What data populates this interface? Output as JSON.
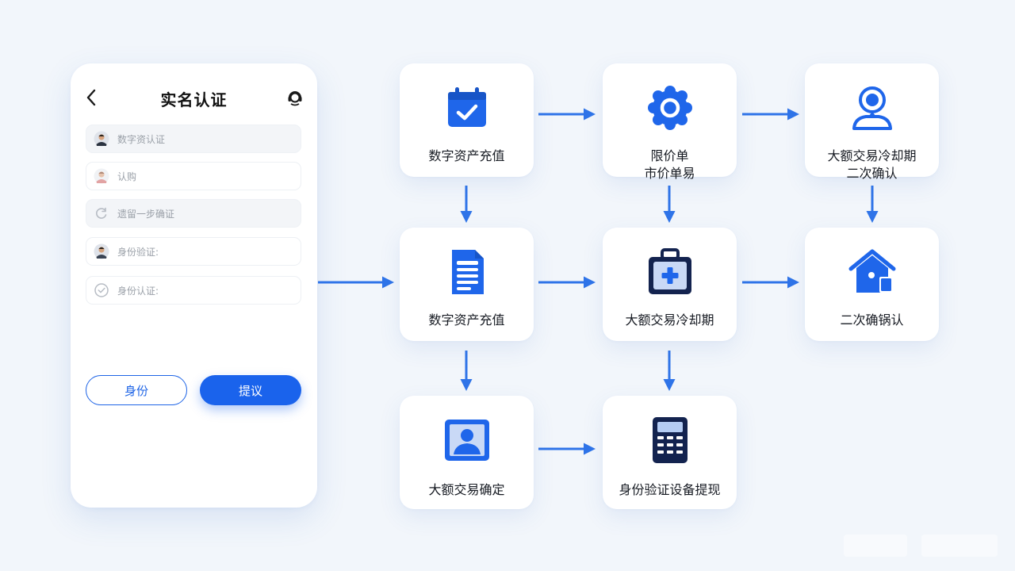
{
  "phone": {
    "title": "实名认证",
    "fields": [
      {
        "text": "数字资认证",
        "icon": "avatar-icon"
      },
      {
        "text": "认购",
        "icon": "avatar-icon"
      },
      {
        "text": "遗留一步确证",
        "icon": "refresh-icon"
      },
      {
        "text": "身份验证:",
        "icon": "avatar-icon"
      },
      {
        "text": "身份认证:",
        "icon": "check-circle-icon"
      }
    ],
    "buttons": {
      "identity": "身份",
      "submit": "提议"
    }
  },
  "flow": {
    "nodes": [
      {
        "id": "n1",
        "icon": "calendar-check-icon",
        "lines": [
          "数字资产充值"
        ]
      },
      {
        "id": "n2",
        "icon": "gear-circle-icon",
        "lines": [
          "限价单",
          "市价单易"
        ]
      },
      {
        "id": "n3",
        "icon": "user-pin-icon",
        "lines": [
          "大额交易冷却期",
          "二次确认"
        ]
      },
      {
        "id": "n4",
        "icon": "document-icon",
        "lines": [
          "数字资产充值"
        ]
      },
      {
        "id": "n5",
        "icon": "medical-kit-icon",
        "lines": [
          "大额交易冷却期"
        ]
      },
      {
        "id": "n6",
        "icon": "house-lock-icon",
        "lines": [
          "二次确锅认"
        ]
      },
      {
        "id": "n7",
        "icon": "id-card-icon",
        "lines": [
          "大额交易确定"
        ]
      },
      {
        "id": "n8",
        "icon": "calculator-icon",
        "lines": [
          "身份验证设备提现"
        ]
      }
    ]
  },
  "colors": {
    "accent": "#1e64e6",
    "arrow": "#2f74e8",
    "background": "#f2f6fb",
    "icon_dark": "#13234f"
  }
}
